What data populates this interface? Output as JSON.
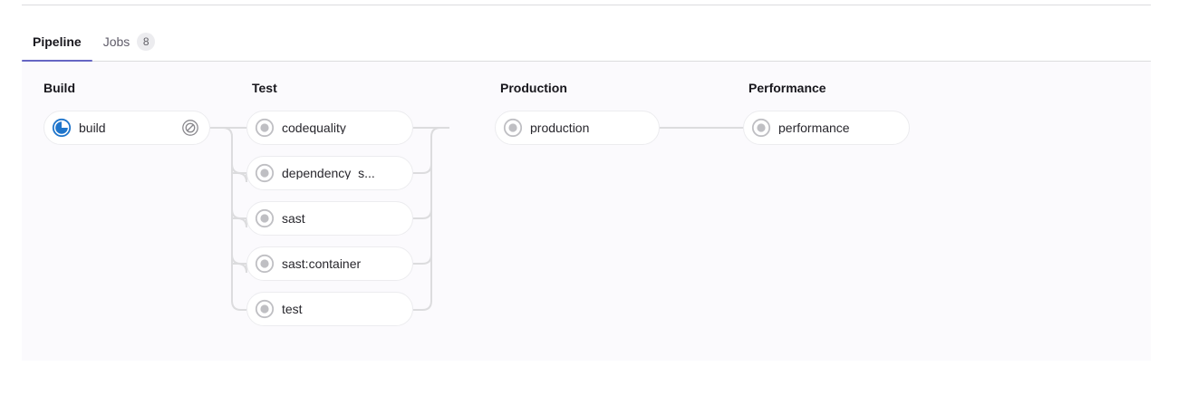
{
  "tabs": [
    {
      "label": "Pipeline",
      "name": "tab-pipeline",
      "active": true,
      "badge": null
    },
    {
      "label": "Jobs",
      "name": "tab-jobs",
      "active": false,
      "badge": "8"
    }
  ],
  "colors": {
    "accent": "#6666c4",
    "running": "#1f75cb",
    "created_ring": "#bfbfc3",
    "created_dot": "#bfbfc3",
    "panel_bg": "#fbfafd",
    "pill_border": "#ececef",
    "connector": "#dcdcde",
    "text_primary": "#18171d",
    "text_job": "#28272d",
    "text_muted": "#5f5c69"
  },
  "pipeline": {
    "stages": [
      {
        "title": "Build",
        "name": "stage-build",
        "jobs": [
          {
            "name": "build",
            "status": "running",
            "status_icon": "status-running-icon",
            "action": "cancel",
            "action_icon": "cancel-icon"
          }
        ]
      },
      {
        "title": "Test",
        "name": "stage-test",
        "jobs": [
          {
            "name": "codequality",
            "status": "created",
            "status_icon": "status-created-icon",
            "action": null,
            "action_icon": null
          },
          {
            "name": "dependency_s...",
            "status": "created",
            "status_icon": "status-created-icon",
            "action": null,
            "action_icon": null
          },
          {
            "name": "sast",
            "status": "created",
            "status_icon": "status-created-icon",
            "action": null,
            "action_icon": null
          },
          {
            "name": "sast:container",
            "status": "created",
            "status_icon": "status-created-icon",
            "action": null,
            "action_icon": null
          },
          {
            "name": "test",
            "status": "created",
            "status_icon": "status-created-icon",
            "action": null,
            "action_icon": null
          }
        ]
      },
      {
        "title": "Production",
        "name": "stage-production",
        "jobs": [
          {
            "name": "production",
            "status": "created",
            "status_icon": "status-created-icon",
            "action": null,
            "action_icon": null
          }
        ]
      },
      {
        "title": "Performance",
        "name": "stage-performance",
        "jobs": [
          {
            "name": "performance",
            "status": "created",
            "status_icon": "status-created-icon",
            "action": null,
            "action_icon": null
          }
        ]
      }
    ]
  }
}
